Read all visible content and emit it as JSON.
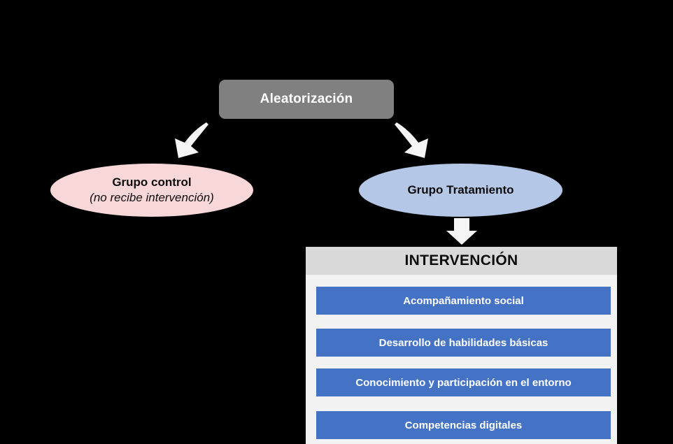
{
  "colors": {
    "background": "#000000",
    "randomization_bg": "#808080",
    "randomization_text": "#ffffff",
    "control_bg": "#f8d7d9",
    "treatment_bg": "#b4c7e7",
    "arrow": "#f5f5f5",
    "intervention_header_bg": "#d9d9d9",
    "intervention_body_bg": "#f2f2f2",
    "intervention_item_bg": "#4472c4",
    "intervention_item_text": "#ffffff"
  },
  "randomization": {
    "label": "Aleatorización"
  },
  "control_group": {
    "title": "Grupo control",
    "subtitle": "(no recibe intervención)"
  },
  "treatment_group": {
    "title": "Grupo Tratamiento"
  },
  "intervention": {
    "title": "INTERVENCIÓN",
    "items": [
      {
        "label": "Acompañamiento social"
      },
      {
        "label": "Desarrollo de habilidades básicas"
      },
      {
        "label": "Conocimiento y participación en el entorno"
      },
      {
        "label": "Competencias digitales"
      }
    ]
  },
  "icons": {
    "left_arrow": "curved-arrow-down-left",
    "right_arrow": "curved-arrow-down-right",
    "down_arrow": "block-arrow-down"
  }
}
